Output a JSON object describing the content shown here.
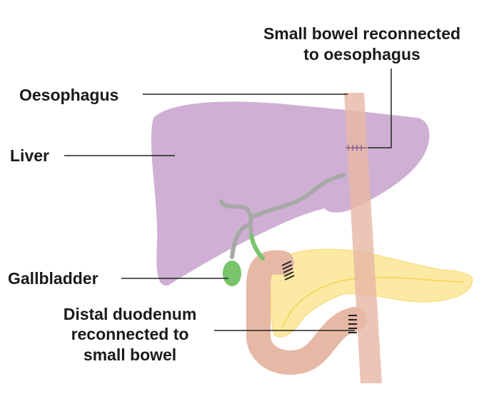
{
  "labels": {
    "small_bowel_line1": "Small bowel reconnected",
    "small_bowel_line2": "to oesophagus",
    "oesophagus": "Oesophagus",
    "liver": "Liver",
    "gallbladder": "Gallbladder",
    "duodenum_line1": "Distal duodenum",
    "duodenum_line2": "reconnected to",
    "duodenum_line3": "small bowel"
  },
  "colors": {
    "liver": "#cfb0d4",
    "bowel": "#e6b8a6",
    "pancreas": "#fce9a3",
    "gallbladder": "#77c46a",
    "duct": "#a8a8a8",
    "line": "#222222"
  }
}
